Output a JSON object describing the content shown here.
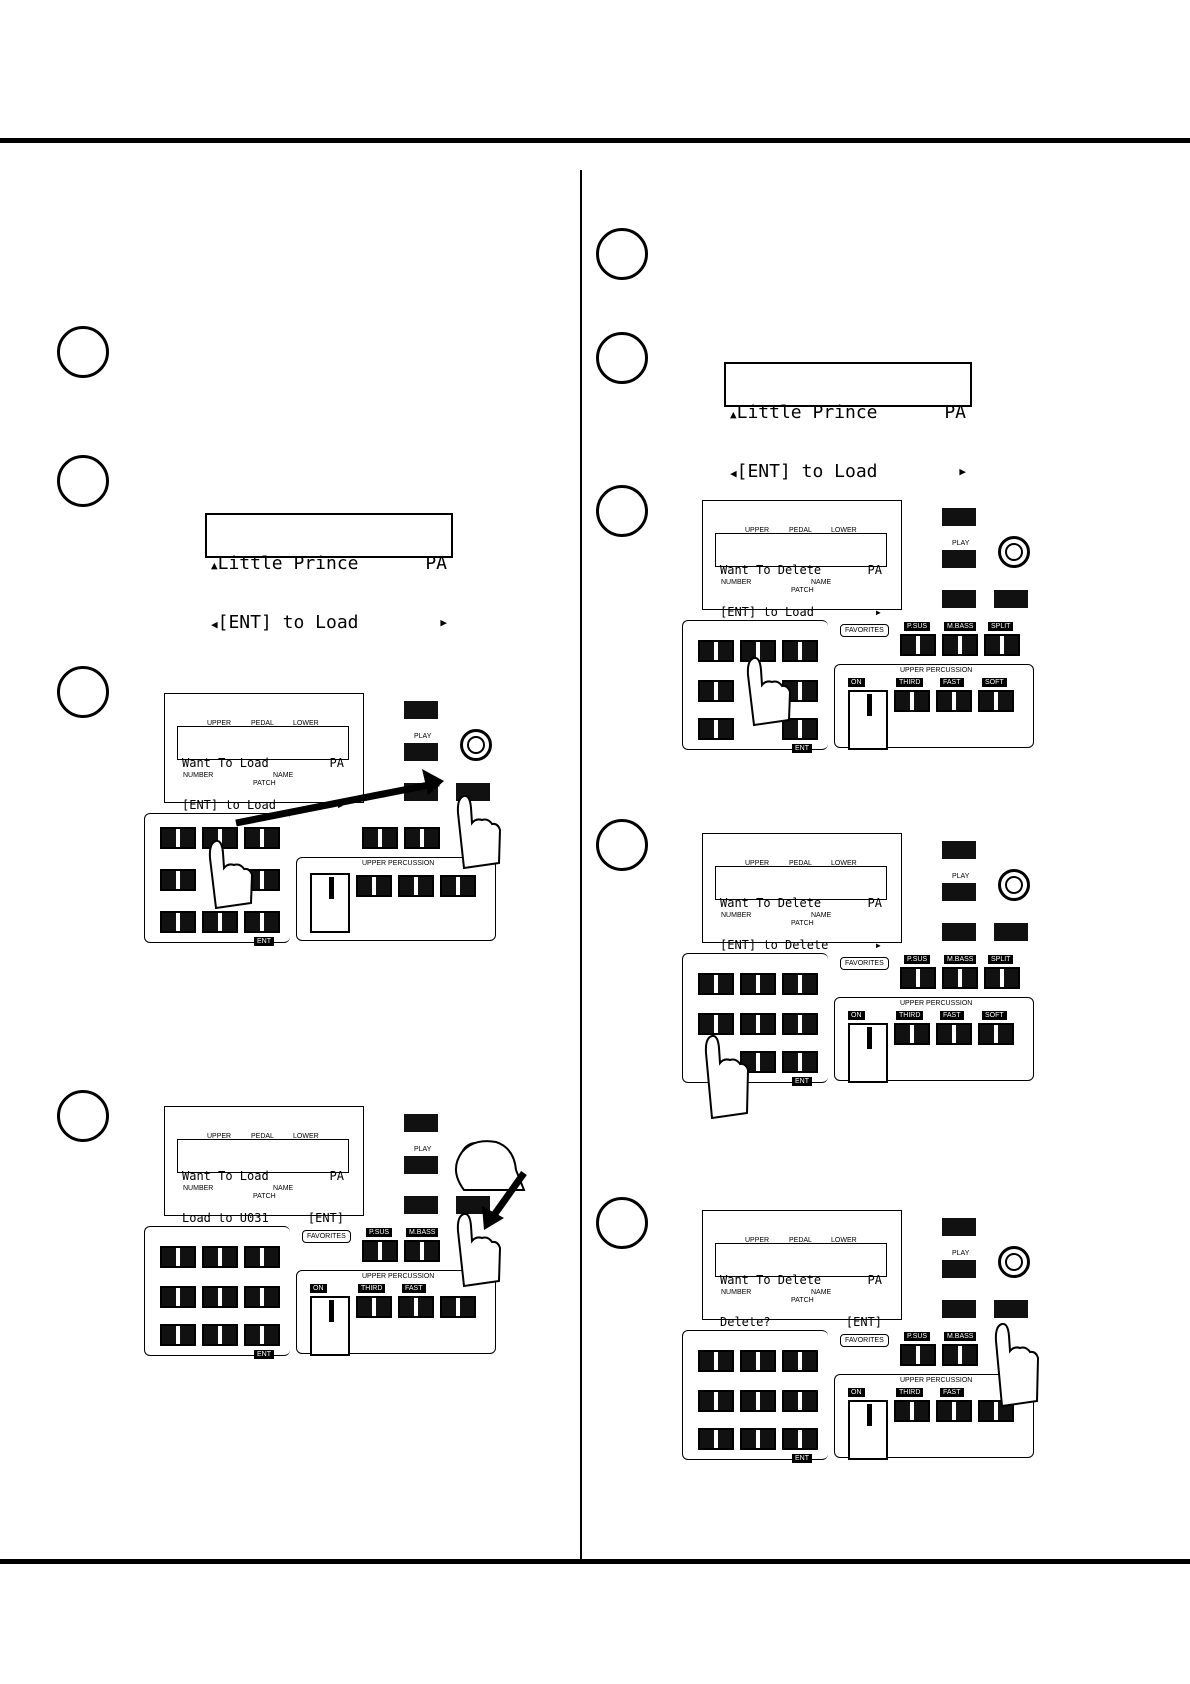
{
  "steps_left": [
    "",
    "",
    "",
    ""
  ],
  "steps_right": [
    "",
    "",
    "",
    "",
    ""
  ],
  "lcd_big": {
    "line1": "Little Prince",
    "line1_right": "PA",
    "line2": "[ENT] to Load"
  },
  "panel_labels": {
    "upper": "UPPER",
    "pedal": "PEDAL",
    "lower": "LOWER",
    "number": "NUMBER",
    "name": "NAME",
    "patch": "PATCH",
    "play": "PLAY",
    "favorites": "FAVORITES",
    "psus": "P.SUS",
    "mbass": "M.BASS",
    "split": "SPLIT",
    "upper_percussion": "UPPER PERCUSSION",
    "on": "ON",
    "third": "THIRD",
    "fast": "FAST",
    "soft": "SOFT",
    "ent": "ENT"
  },
  "panel_screens": {
    "left_3": {
      "l1": "Want To Load",
      "l1r": "PA",
      "l2": "[ENT] to Load"
    },
    "left_4": {
      "l1": "Want To Load",
      "l1r": "PA",
      "l2": "Load to U031",
      "l2r": "[ENT]"
    },
    "right_3": {
      "l1": "Want To Delete",
      "l1r": "PA",
      "l2": "[ENT] to Load"
    },
    "right_4": {
      "l1": "Want To Delete",
      "l1r": "PA",
      "l2": "[ENT] to Delete"
    },
    "right_5": {
      "l1": "Want To Delete",
      "l1r": "PA",
      "l2": "Delete?",
      "l2r": "[ENT]"
    }
  }
}
